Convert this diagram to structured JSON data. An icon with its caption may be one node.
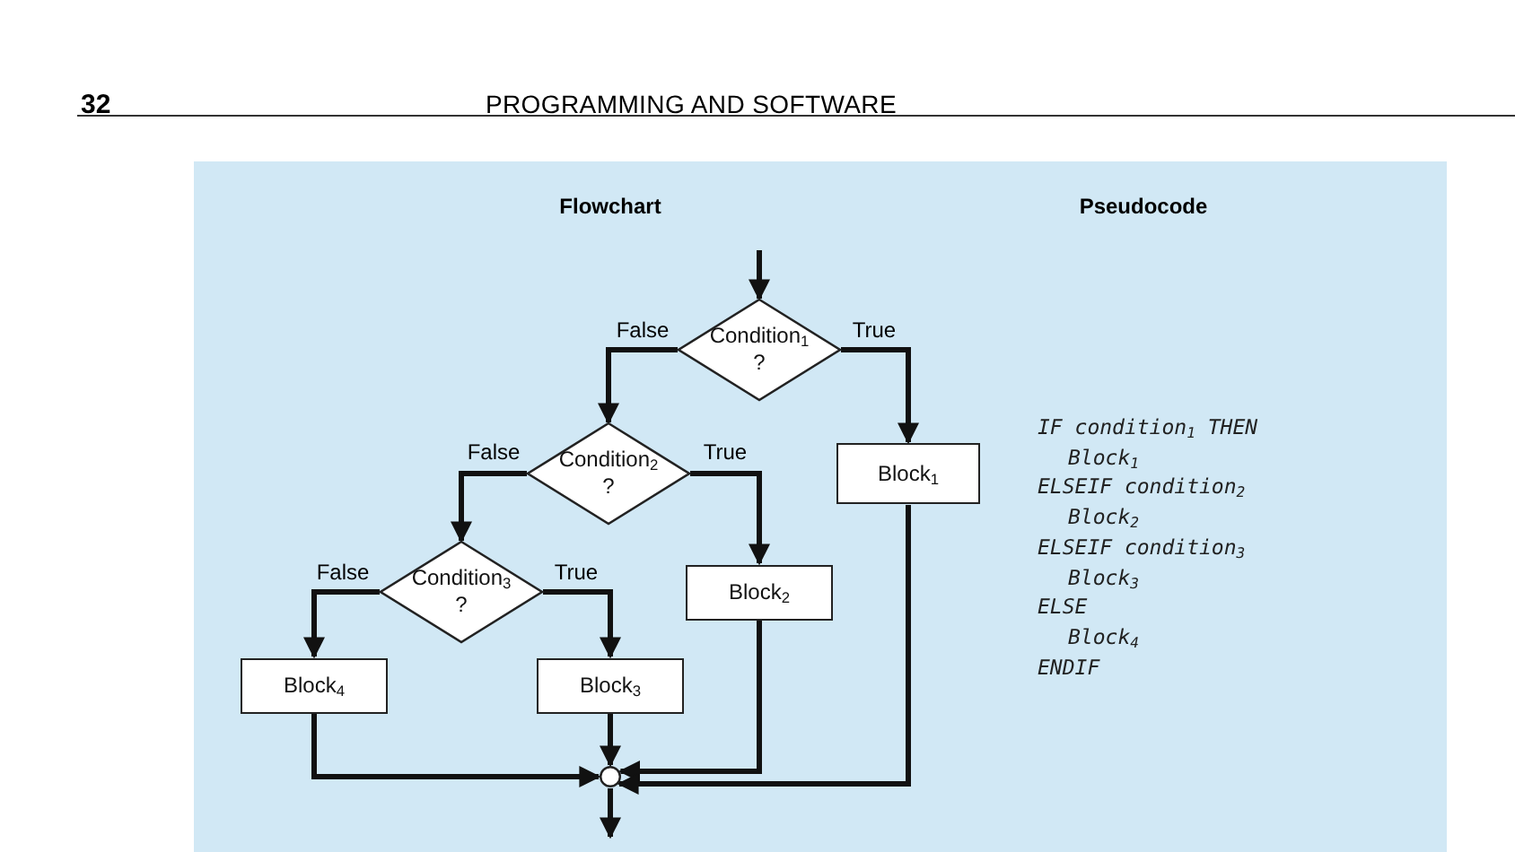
{
  "diagram": {
    "nodes": [
      {
        "text": [
          "Condition$_{1}$ ?"
        ]
      },
      {
        "text": [
          "Block$_{1}$"
        ]
      },
      {
        "text": [
          "Condition$_{2}$ ?"
        ]
      },
      {
        "text": [
          "Block$_{2}$"
        ]
      },
      {
        "text": [
          "Condition$_{3}$ ?"
        ]
      },
      {
        "text": [
          "Block$_{4}$"
        ]
      },
      {
        "text": [
          "Block$_{3}$"
        ]
      },
      {
        "text": [],
        "shape": "circle"
      }
    ],
    "edges": [
      {
        "from": null,
        "to": 0,
        "arrow": "to"
      },
      {
        "from": 0,
        "to": 2,
        "arrow": "to",
        "label": "False"
      },
      {
        "from": 0,
        "to": 1,
        "arrow": "to",
        "label": "True"
      },
      {
        "from": 2,
        "to": 4,
        "arrow": "to",
        "label": "False"
      },
      {
        "from": 2,
        "to": 3,
        "arrow": "to",
        "label": "True"
      },
      {
        "from": 4,
        "to": 5,
        "arrow": "to",
        "label": "False"
      },
      {
        "from": 4,
        "to": 6,
        "arrow": "to",
        "label": "True"
      },
      {
        "from": 5,
        "to": 7,
        "arrow": "to"
      },
      {
        "from": 6,
        "to": 7,
        "arrow": "to"
      },
      {
        "from": 3,
        "to": 7,
        "arrow": "to"
      },
      {
        "from": 1,
        "to": 7,
        "arrow": "to"
      },
      {
        "from": 7,
        "to": null,
        "arrow": "to"
      }
    ],
    "labels": [
      "32",
      "PROGRAMMING AND SOFTWARE",
      "Flowchart",
      "Pseudocode",
      "IF condition$_{1}$ THEN",
      "Block$_{1}$",
      "ELSEIF condition$_{2}$",
      "Block$_{2}$",
      "ELSEIF condition$_{3}$",
      "Block$_{3}$",
      "ELSE",
      "Block$_{4}$",
      "ENDIF"
    ]
  }
}
